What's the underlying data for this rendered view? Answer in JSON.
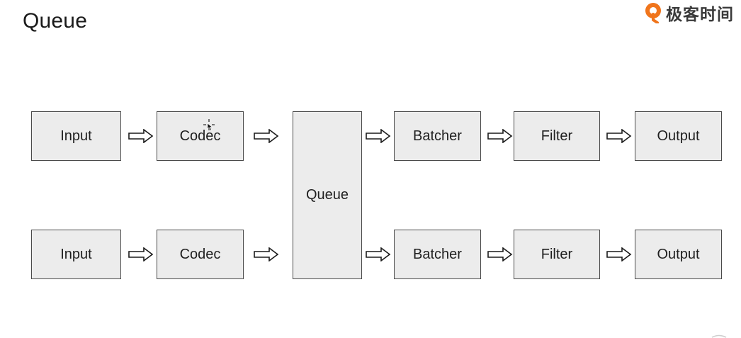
{
  "slide": {
    "title": "Queue",
    "brand_text": "极客时间"
  },
  "diagram": {
    "top_row": {
      "input": "Input",
      "codec": "Codec",
      "batcher": "Batcher",
      "filter": "Filter",
      "output": "Output"
    },
    "queue": "Queue",
    "bottom_row": {
      "input": "Input",
      "codec": "Codec",
      "batcher": "Batcher",
      "filter": "Filter",
      "output": "Output"
    }
  },
  "colors": {
    "box_fill": "#ececec",
    "box_border": "#4a4a4a",
    "brand_orange": "#f0751c"
  },
  "icons": {
    "brand_logo": "geektime-logo-icon",
    "arrow": "double-arrow-right-icon",
    "cursor": "mouse-cursor-icon"
  }
}
